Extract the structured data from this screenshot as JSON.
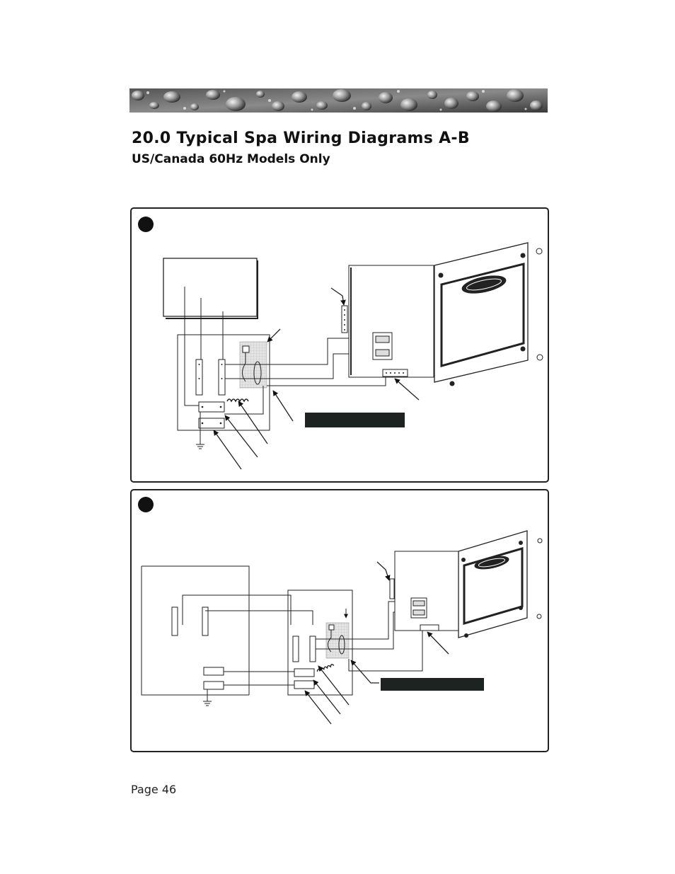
{
  "header": {
    "title": "20.0  Typical Spa Wiring Diagrams A-B",
    "subtitle": "US/Canada 60Hz Models Only"
  },
  "diagrams": [
    {
      "id": "A"
    },
    {
      "id": "B"
    }
  ],
  "footer": {
    "page_label": "Page 46"
  }
}
